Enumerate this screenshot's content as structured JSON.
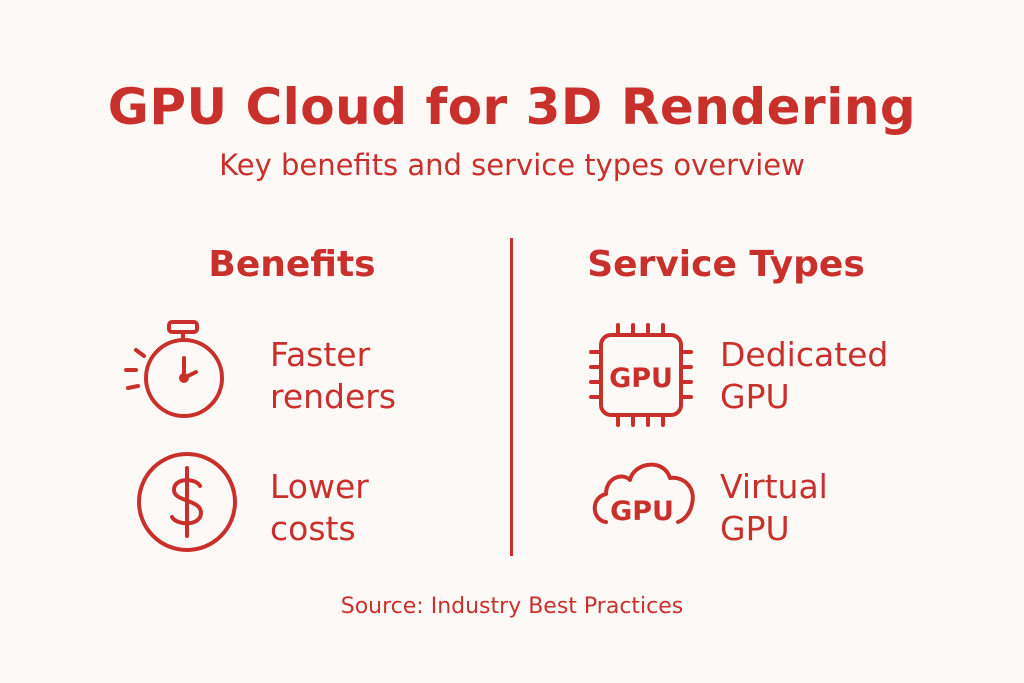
{
  "header": {
    "title": "GPU Cloud for 3D Rendering",
    "subtitle": "Key benefits and service types overview"
  },
  "benefits": {
    "heading": "Benefits",
    "items": [
      {
        "icon": "stopwatch-icon",
        "line1": "Faster",
        "line2": "renders"
      },
      {
        "icon": "dollar-icon",
        "line1": "Lower",
        "line2": "costs"
      }
    ]
  },
  "service_types": {
    "heading": "Service Types",
    "items": [
      {
        "icon": "gpu-chip-icon",
        "line1": "Dedicated",
        "line2": "GPU",
        "icon_label": "GPU"
      },
      {
        "icon": "gpu-cloud-icon",
        "line1": "Virtual",
        "line2": "GPU",
        "icon_label": "GPU"
      }
    ]
  },
  "footer": {
    "source": "Source: Industry Best Practices"
  },
  "colors": {
    "accent": "#c9302c",
    "background": "#fcf9f6"
  }
}
